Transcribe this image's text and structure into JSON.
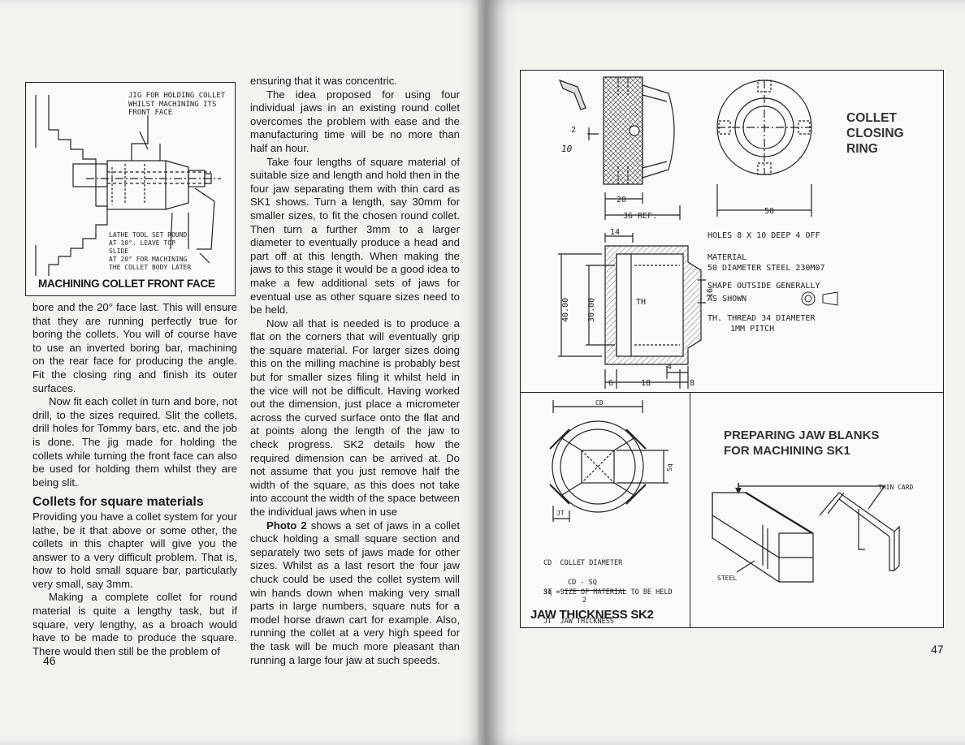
{
  "left_page": {
    "figure": {
      "caption": "MACHINING COLLET FRONT FACE",
      "note_jig": [
        "JIG FOR HOLDING COLLET",
        "WHILST MACHINING ITS",
        "FRONT FACE"
      ],
      "note_lathe": [
        "LATHE TOOL SET ROUND",
        "AT 10°. LEAVE TOP SLIDE",
        "AT 20° FOR MACHINING",
        "THE COLLET BODY LATER"
      ]
    },
    "col1_paragraphs": [
      "bore and the 20° face last. This will ensure that they are running perfectly true for boring the collets. You will of course have to use an inverted boring bar, machining on the rear face for producing the angle. Fit the closing ring and finish its outer surfaces.",
      "Now fit each collet in turn and bore, not drill, to the sizes required. Slit the collets, drill holes for Tommy bars, etc. and the job is done. The jig made for holding the collets while turning the front face can also be used for holding them whilst they are being slit."
    ],
    "col1_heading": "Collets for square materials",
    "col1_paragraphs_2": [
      "Providing you have a collet system for your lathe, be it that above or some other, the collets in this chapter will give you the answer to a very difficult problem. That is, how to hold small square bar, particularly very small, say 3mm.",
      "Making a complete collet for round material is quite a lengthy task, but if square, very lengthy, as a broach would have to be made to produce the square. There would then still be the problem of"
    ],
    "col2_paragraphs": [
      "ensuring that it was concentric.",
      "The idea proposed for using four individual jaws in an existing round collet overcomes the problem with ease and the manufacturing time will be no more than half an hour.",
      "Take four lengths of square material of suitable size and length and hold then in the four jaw separating them with thin card as SK1 shows. Turn a length, say 30mm for smaller sizes, to fit the chosen round collet. Then turn a further 3mm to a larger diameter to eventually produce a head and part off at this length. When making the jaws to this stage it would be a good idea to make a few additional sets of jaws for eventual use as other square sizes need to be held.",
      "Now all that is needed is to produce a flat on the corners that will eventually grip the square material. For larger sizes doing this on the milling machine is probably best but for smaller sizes filing it whilst held in the vice will not be difficult. Having worked out the dimension, just place a micrometer across the curved surface onto the flat and at points along the length of the jaw to check progress. SK2 details how the required dimension can be arrived at. Do not assume that you just remove half the width of the square, as this does not take into account the width of the space between the individual jaws when in use"
    ],
    "col2_photo_ref": "Photo 2",
    "col2_last_paragraph": " shows a set of jaws in a collet chuck holding a small square section and separately two sets of jaws made for other sizes. Whilst as a last resort the four jaw chuck could be used the collet system will win hands down when making very small parts in large numbers, square nuts for a model horse drawn cart for example. Also, running the collet at a very high speed for the task will be much more pleasant than running a large four jaw at such speeds.",
    "page_number": "46"
  },
  "right_page": {
    "collet_ring": {
      "title": [
        "COLLET",
        "CLOSING",
        "RING"
      ],
      "dims": {
        "d2": "2",
        "d10": "10",
        "d20": "20",
        "d36": "36 REF.",
        "d50": "50",
        "d14": "14",
        "d40": "40.00",
        "d30": "30.00",
        "d16": "16",
        "d4": "4",
        "d6": "6",
        "d18": "18",
        "d8": "8",
        "th": "TH"
      },
      "notes": [
        "HOLES 8 X 10 DEEP 4 OFF",
        "MATERIAL",
        "50 DIAMETER STEEL 230M07",
        "SHAPE OUTSIDE GENERALLY",
        "AS SHOWN",
        "TH. THREAD 34 DIAMETER",
        "1MM PITCH"
      ]
    },
    "sk2": {
      "caption": "JAW THICKNESS SK2",
      "dims": {
        "cd": "CD",
        "sq": "Sq",
        "jt": "JT"
      },
      "legend": [
        "CD  COLLET DIAMETER",
        "Sq  SIZE OF MATERIAL TO BE HELD",
        "JT  JAW THICKNESS"
      ],
      "formula": {
        "lhs": "JT =",
        "numerator": "CD - SQ",
        "denominator": "2"
      }
    },
    "sk1": {
      "title": [
        "PREPARING JAW BLANKS",
        "FOR MACHINING SK1"
      ],
      "labels": {
        "thin_card": "THIN CARD",
        "steel": "STEEL"
      }
    },
    "page_number": "47"
  }
}
